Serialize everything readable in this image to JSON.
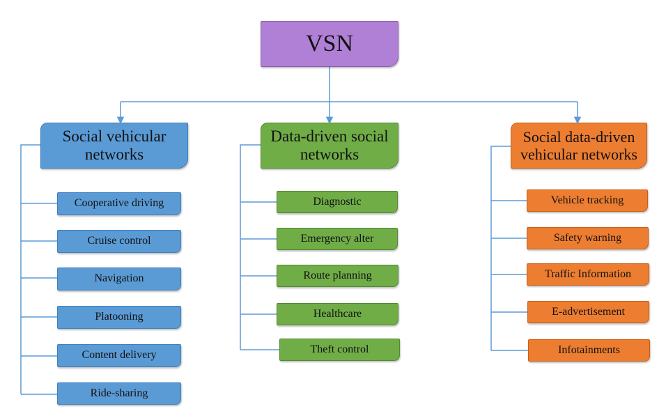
{
  "root": {
    "label": "VSN"
  },
  "columns": [
    {
      "title": "Social vehicular networks",
      "color": "#5b9bd5",
      "items": [
        "Cooperative driving",
        "Cruise control",
        "Navigation",
        "Platooning",
        "Content delivery",
        "Ride-sharing"
      ]
    },
    {
      "title": "Data-driven social networks",
      "color": "#70ad47",
      "items": [
        "Diagnostic",
        "Emergency alter",
        "Route planning",
        "Healthcare",
        "Theft control"
      ]
    },
    {
      "title": "Social data-driven vehicular networks",
      "color": "#ed7d31",
      "items": [
        "Vehicle tracking",
        "Safety warning",
        "Traffic Information",
        "E-advertisement",
        "Infotainments"
      ]
    }
  ],
  "colors": {
    "root": "#b07fd6",
    "connector": "#5b9bd5"
  }
}
